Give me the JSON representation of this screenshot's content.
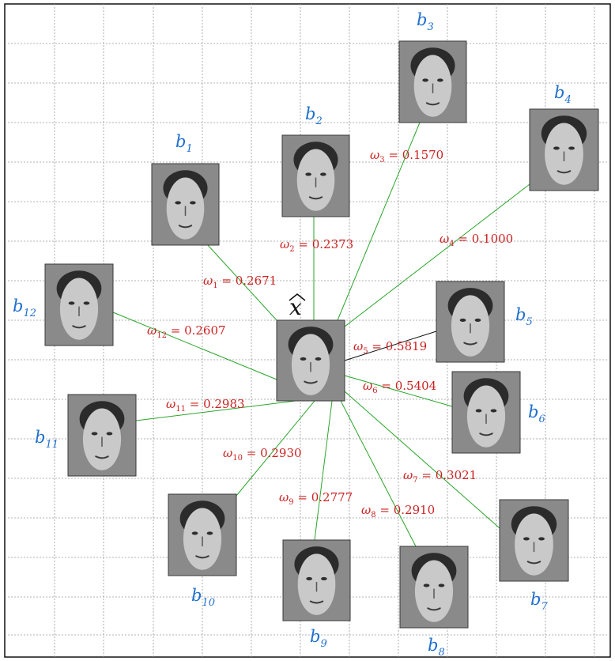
{
  "center": {
    "label": "x"
  },
  "colors": {
    "label": "#1f6fcf",
    "weight": "#cc2222",
    "edge": "#2aa52a",
    "edge_dark": "#111111",
    "grid": "#9a9a9a"
  },
  "neighbors": [
    {
      "label": "b",
      "sub": "1",
      "weight_symbol": "ω",
      "weight_sub": "1",
      "weight_value": "0.2671"
    },
    {
      "label": "b",
      "sub": "2",
      "weight_symbol": "ω",
      "weight_sub": "2",
      "weight_value": "0.2373"
    },
    {
      "label": "b",
      "sub": "3",
      "weight_symbol": "ω",
      "weight_sub": "3",
      "weight_value": "0.1570"
    },
    {
      "label": "b",
      "sub": "4",
      "weight_symbol": "ω",
      "weight_sub": "4",
      "weight_value": "0.1000"
    },
    {
      "label": "b",
      "sub": "5",
      "weight_symbol": "ω",
      "weight_sub": "5",
      "weight_value": "0.5819"
    },
    {
      "label": "b",
      "sub": "6",
      "weight_symbol": "ω",
      "weight_sub": "6",
      "weight_value": "0.5404"
    },
    {
      "label": "b",
      "sub": "7",
      "weight_symbol": "ω",
      "weight_sub": "7",
      "weight_value": "0.3021"
    },
    {
      "label": "b",
      "sub": "8",
      "weight_symbol": "ω",
      "weight_sub": "8",
      "weight_value": "0.2910"
    },
    {
      "label": "b",
      "sub": "9",
      "weight_symbol": "ω",
      "weight_sub": "9",
      "weight_value": "0.2777"
    },
    {
      "label": "b",
      "sub": "10",
      "weight_symbol": "ω",
      "weight_sub": "10",
      "weight_value": "0.2930"
    },
    {
      "label": "b",
      "sub": "11",
      "weight_symbol": "ω",
      "weight_sub": "11",
      "weight_value": "0.2983"
    },
    {
      "label": "b",
      "sub": "12",
      "weight_symbol": "ω",
      "weight_sub": "12",
      "weight_value": "0.2607"
    }
  ]
}
